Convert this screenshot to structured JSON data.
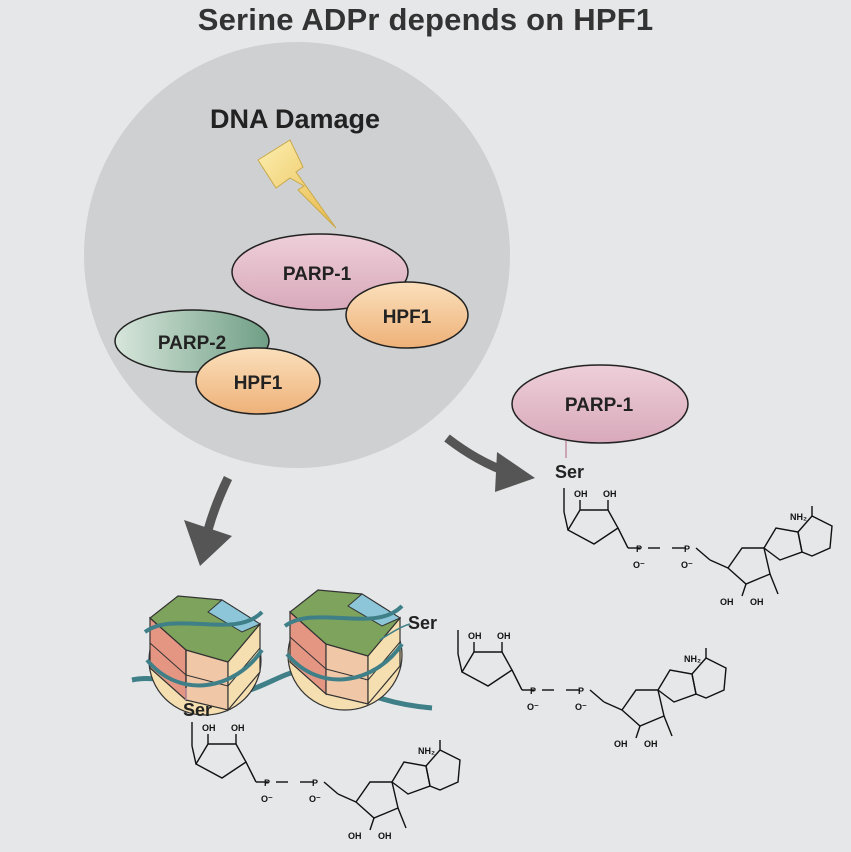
{
  "title": "Serine ADPr depends on HPF1",
  "nucleus": {
    "label": "DNA Damage"
  },
  "proteins": {
    "parp1_complex": "PARP-1",
    "hpf1_a": "HPF1",
    "parp2": "PARP-2",
    "hpf1_b": "HPF1",
    "parp1_modified": "PARP-1"
  },
  "residues": {
    "parp1_ser": "Ser",
    "histone_ser_right": "Ser",
    "histone_ser_left": "Ser"
  },
  "adpr_atoms": {
    "hydroxyl": "OH",
    "amine": "NH₂",
    "phosphorus": "P",
    "oxygen": "O",
    "oxyanion": "O⁻",
    "nitrogen": "N"
  },
  "colors": {
    "background": "#e6e7e8",
    "nucleus": "#cfd0d1",
    "parp1": "#e7c3cf",
    "hpf1": "#f6cf9d",
    "parp2": "#b7d1c0",
    "lightning": "#f6d97a",
    "arrow": "#555555",
    "dna": "#3f7f88",
    "histone_green": "#7ea35c",
    "histone_salmon": "#e59683",
    "histone_cream": "#f5dfb0",
    "histone_blue": "#8cc6d8"
  }
}
